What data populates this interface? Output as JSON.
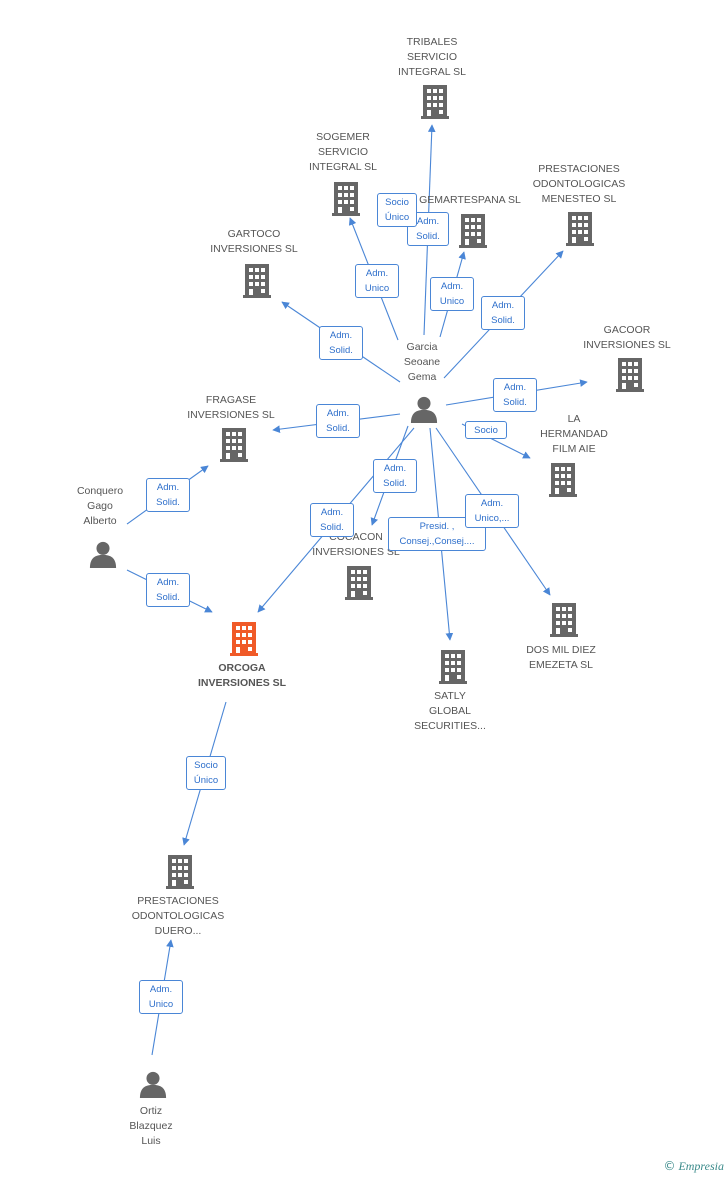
{
  "colors": {
    "edge": "#4a86d6",
    "node": "#666666",
    "focus": "#f05a28",
    "label_border": "#4a86d6",
    "label_text": "#2e6fcb"
  },
  "nodes": {
    "tribales": {
      "label": "TRIBALES\nSERVICIO\nINTEGRAL SL",
      "icon": "building-icon"
    },
    "sogemer": {
      "label": "SOGEMER\nSERVICIO\nINTEGRAL SL",
      "icon": "building-icon"
    },
    "gemartespana": {
      "label": "GEMARTESPANA SL",
      "icon": "building-icon"
    },
    "prestaciones_menesteo": {
      "label": "PRESTACIONES\nODONTOLOGICAS\nMENESTEO SL",
      "icon": "building-icon"
    },
    "gartoco": {
      "label": "GARTOCO\nINVERSIONES SL",
      "icon": "building-icon"
    },
    "gacoor": {
      "label": "GACOOR\nINVERSIONES SL",
      "icon": "building-icon"
    },
    "garcia": {
      "label": "Garcia\nSeoane\nGema",
      "icon": "person-icon"
    },
    "fragase": {
      "label": "FRAGASE\nINVERSIONES SL",
      "icon": "building-icon"
    },
    "hermandad": {
      "label": "LA\nHERMANDAD\nFILM AIE",
      "icon": "building-icon"
    },
    "conquero": {
      "label": "Conquero\nGago\nAlberto",
      "icon": "person-icon"
    },
    "cocacon": {
      "label": "COCACON\nINVERSIONES SL",
      "icon": "building-icon"
    },
    "orcoga": {
      "label": "ORCOGA\nINVERSIONES SL",
      "icon": "building-icon"
    },
    "satly": {
      "label": "SATLY\nGLOBAL\nSECURITIES...",
      "icon": "building-icon"
    },
    "dosmil": {
      "label": "DOS MIL DIEZ\nEMEZETA SL",
      "icon": "building-icon"
    },
    "prestaciones_duero": {
      "label": "PRESTACIONES\nODONTOLOGICAS\nDUERO...",
      "icon": "building-icon"
    },
    "ortiz": {
      "label": "Ortiz\nBlazquez\nLuis",
      "icon": "person-icon"
    }
  },
  "relations": {
    "r_tribales": "Adm.\nSolid.",
    "r_socio_unico_tribales": "Socio\nÚnico",
    "r_sogemer": "Adm.\nUnico",
    "r_gemartespana": "Adm.\nUnico",
    "r_menesteo": "Adm.\nSolid.",
    "r_gartoco": "Adm.\nSolid.",
    "r_gacoor": "Adm.\nSolid.",
    "r_fragase": "Adm.\nSolid.",
    "r_hermandad": "Socio",
    "r_cocacon": "Adm.\nSolid.",
    "r_orcoga_garcia": "Adm.\nSolid.",
    "r_satly": "Presid. ,\nConsej.,Consej....",
    "r_dosmil": "Adm.\nUnico,...",
    "r_conquero_fragase": "Adm.\nSolid.",
    "r_conquero_orcoga": "Adm.\nSolid.",
    "r_orcoga_duero": "Socio\nÚnico",
    "r_ortiz_duero": "Adm.\nUnico"
  },
  "footer": {
    "copyright": "©",
    "brand": "Empresia"
  }
}
